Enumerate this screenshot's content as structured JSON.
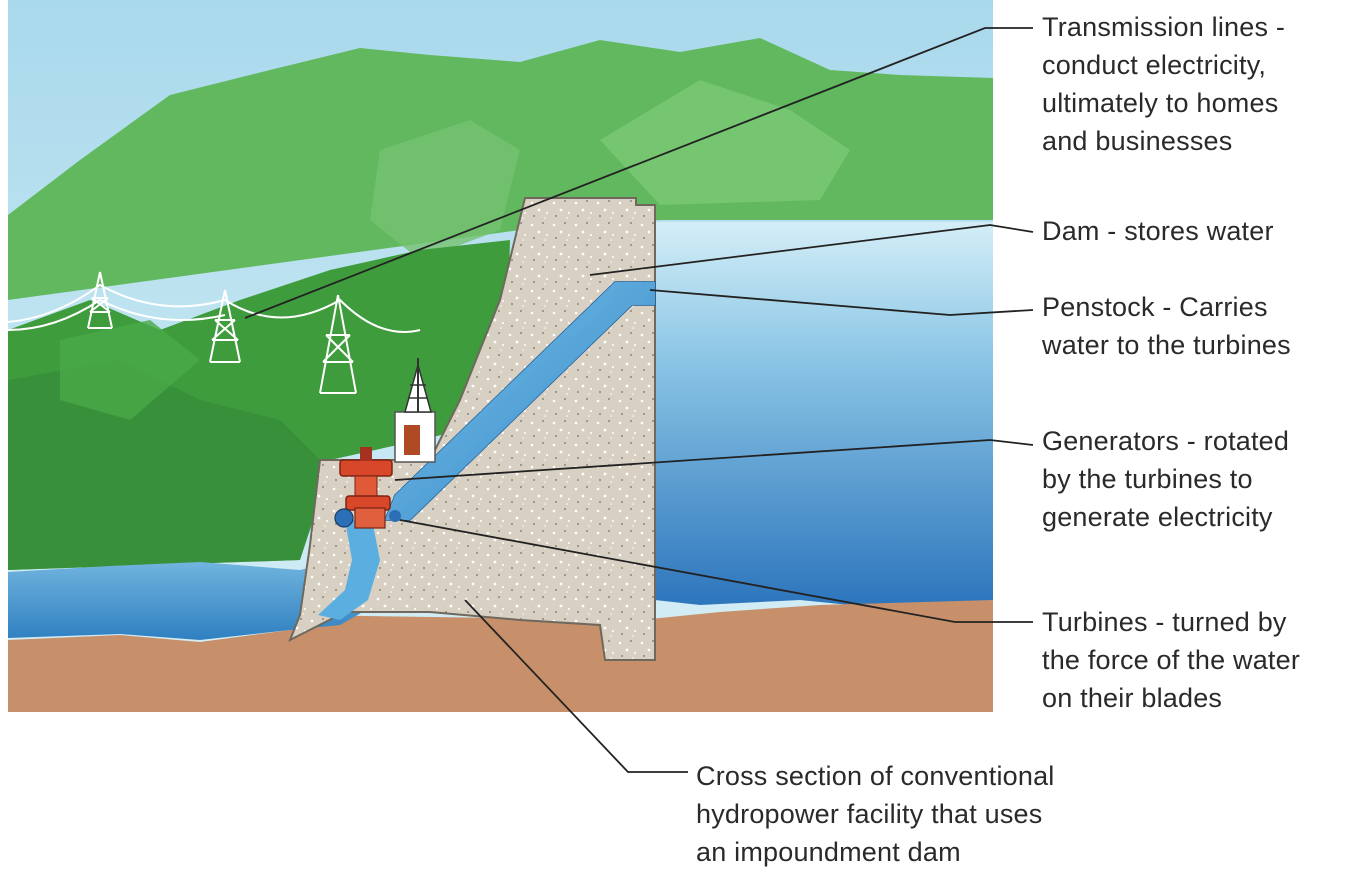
{
  "diagram": {
    "labels": {
      "transmission": [
        "Transmission lines -",
        "conduct electricity,",
        "ultimately to homes",
        "and businesses"
      ],
      "dam": [
        "Dam - stores water"
      ],
      "penstock": [
        "Penstock - Carries",
        "water to the turbines"
      ],
      "generators": [
        "Generators - rotated",
        "by the turbines to",
        "generate electricity"
      ],
      "turbines": [
        "Turbines - turned by",
        "the force of the water",
        "on their blades"
      ],
      "cross_section": [
        "Cross section of conventional",
        "hydropower facility that uses",
        "an impoundment dam"
      ]
    },
    "colors": {
      "sky": "#bfe3ef",
      "mountain_back": "#5cb85a",
      "mountain_front": "#3e9b3c",
      "concrete": "#d9d1c4",
      "reservoir_top": "#c6e6f2",
      "reservoir_bottom": "#2a7bbf",
      "river": "#3b95d0",
      "ground": "#c8926a",
      "generator": "#d9472b",
      "leader_line": "#222222"
    }
  }
}
